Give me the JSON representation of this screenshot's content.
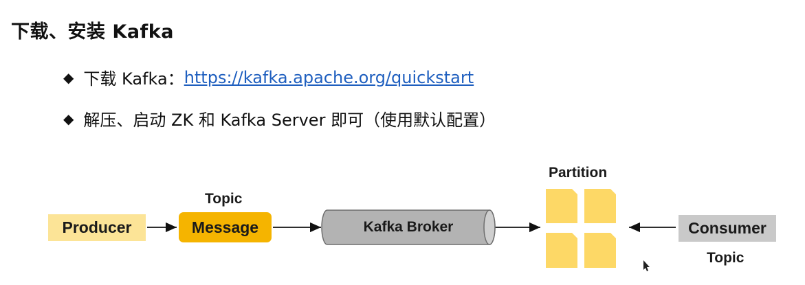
{
  "slide": {
    "title": "下载、安装 Kafka",
    "bullets": [
      {
        "marker": "◆",
        "text": "下载 Kafka：",
        "link": "https://kafka.apache.org/quickstart"
      },
      {
        "marker": "◆",
        "text": "解压、启动 ZK 和 Kafka Server 即可（使用默认配置）"
      }
    ]
  },
  "diagram": {
    "producer": "Producer",
    "message": "Message",
    "message_label": "Topic",
    "broker": "Kafka Broker",
    "partition_label": "Partition",
    "consumer": "Consumer",
    "consumer_label": "Topic",
    "colors": {
      "producer": "#fce497",
      "message": "#f5b400",
      "broker": "#b3b3b3",
      "partition": "#fdd866",
      "consumer": "#c9c9c9"
    }
  }
}
